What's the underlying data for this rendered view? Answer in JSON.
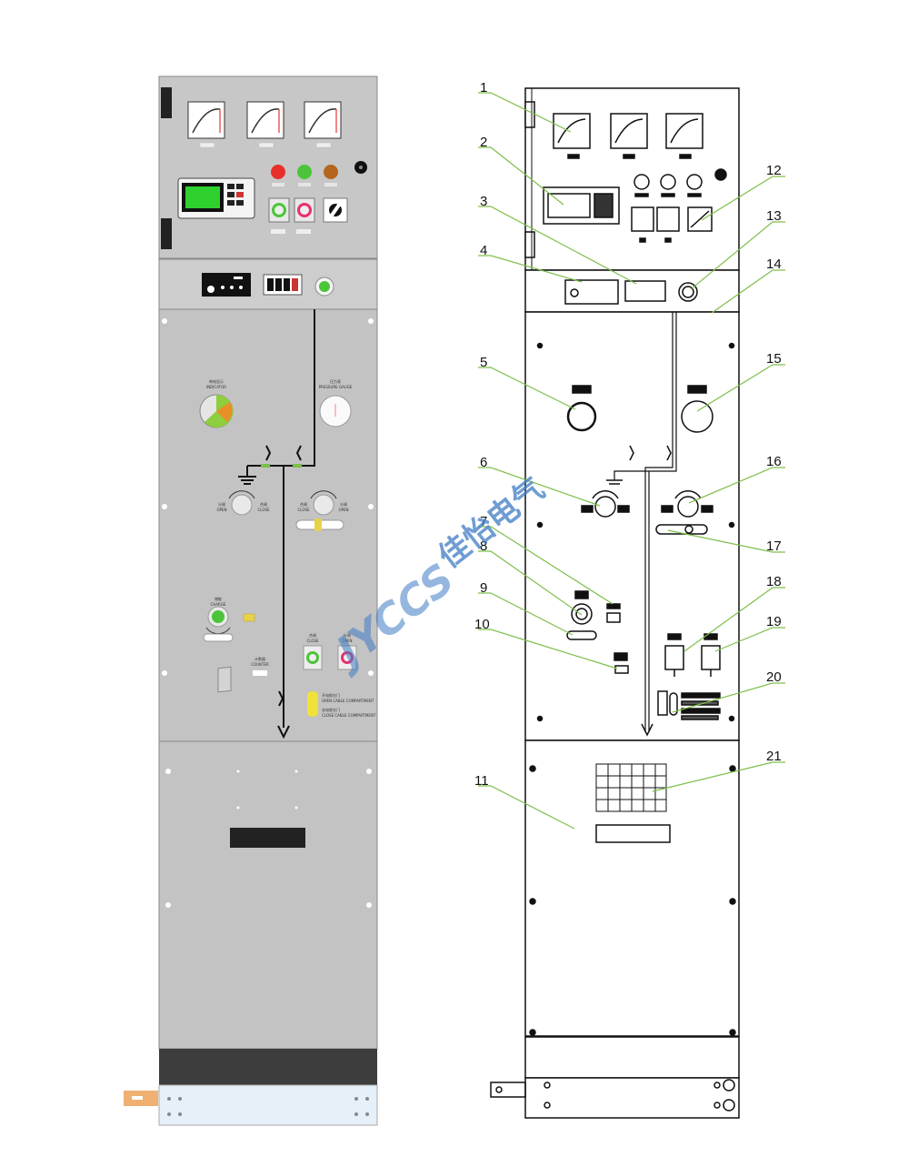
{
  "left_panel": {
    "upper_labels": {
      "energy_indicator": "带电显示",
      "energy_indicator_en": "INDICATOR",
      "pressure_gauge": "压力表",
      "pressure_gauge_en": "PRESSURE GAUGE",
      "earth_open": "分闸",
      "earth_open_en": "OPEN",
      "earth_close": "合闸",
      "earth_close_en": "CLOSE",
      "disc_close": "合闸",
      "disc_close_en": "CLOSE",
      "disc_open": "分闸",
      "disc_open_en": "OPEN",
      "energy_storage": "储能",
      "energy_storage_en": "CHARGE",
      "cb_close": "合闸",
      "cb_close_en": "CLOSE",
      "cb_open": "分闸",
      "cb_open_en": "OPEN",
      "counter": "计数器",
      "counter_en": "COUNTER",
      "door_open": "开电缆仓门",
      "door_open_en": "OPEN CABLE COMPARTMENT",
      "door_close": "关电缆仓门",
      "door_close_en": "CLOSE CABLE COMPARTMENT"
    }
  },
  "callouts": [
    "1",
    "2",
    "3",
    "4",
    "5",
    "6",
    "7",
    "8",
    "9",
    "10",
    "11",
    "12",
    "13",
    "14",
    "15",
    "16",
    "17",
    "18",
    "19",
    "20",
    "21"
  ],
  "watermark": {
    "brand": "佳怡电气",
    "logo": "JYCCS"
  },
  "colors": {
    "panel_grey": "#c3c3c3",
    "panel_dark": "#3d3d3d",
    "leader_green": "#7dbf4a",
    "lamp_red": "#e8302a",
    "lamp_green": "#4cc43a",
    "lamp_brown": "#b5651d",
    "watermark_blue": "#3f7cc4"
  }
}
